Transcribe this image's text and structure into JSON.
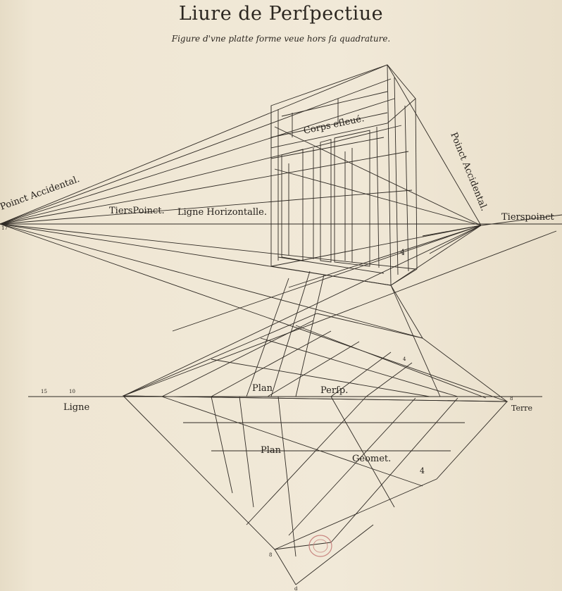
{
  "header": {
    "title": "Liure de Perſpectiue",
    "subtitle": "Figure d'vne platte forme veue hors ſa quadrature."
  },
  "labels": {
    "point_accidental_left": "Poinct Accidental.",
    "point_accidental_right": "Poinct Accidental.",
    "tiers_point_left": "TiersPoinct.",
    "tiers_point_right": "Tierspoinct",
    "ligne_horizontalle": "Ligne Horizontalle.",
    "corps_esleue": "Corps eſleué.",
    "plan_persp_1": "Plan",
    "plan_persp_2": "Perſp.",
    "plan_geomet_1": "Plan",
    "plan_geomet_2": "Geomet.",
    "ligne": "Ligne",
    "terre": "Terre"
  },
  "marks": {
    "left_edge_no": "17",
    "left_ground_a": "15",
    "left_ground_b": "10",
    "quad_4_upper": "4",
    "quad_4_lower": "4",
    "body_4": "4",
    "vertex_d": "d",
    "vertex_8": "8",
    "right_ground_8": "8"
  },
  "colors": {
    "ink": "#2f2a24",
    "paper": "#f1e9d8",
    "stamp": "#c98580"
  }
}
